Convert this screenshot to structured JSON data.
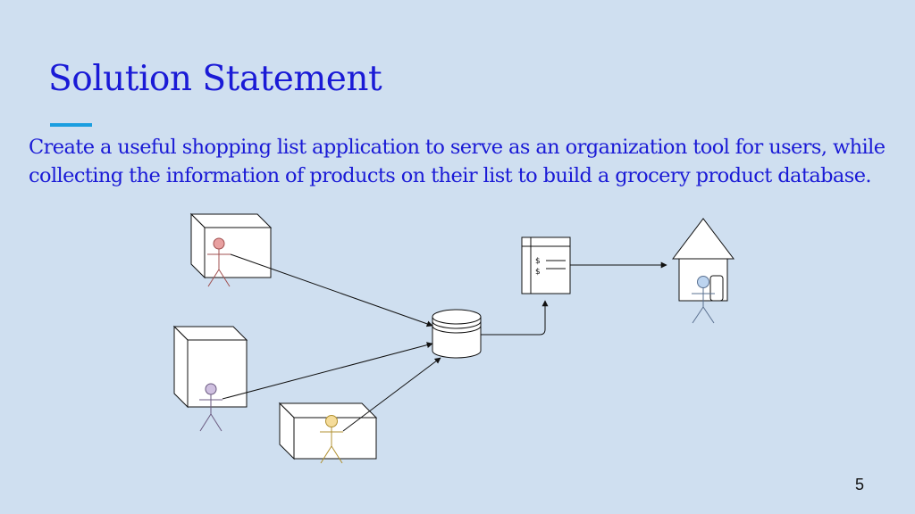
{
  "slide": {
    "title": "Solution Statement",
    "body": "Create a useful shopping list application to serve as an organization tool for users, while collecting the information of products on their list to build a grocery product database.",
    "page_number": "5"
  },
  "diagram": {
    "receipt_glyphs": [
      "$",
      "$"
    ]
  },
  "colors": {
    "title": "#1a1ad6",
    "accent": "#1a9ee0",
    "background": "#cfdff0",
    "person_red": "#e8a0a0",
    "person_purple": "#cfc0e0",
    "person_yellow": "#f5dc9a",
    "person_blue": "#bcd4f0"
  }
}
